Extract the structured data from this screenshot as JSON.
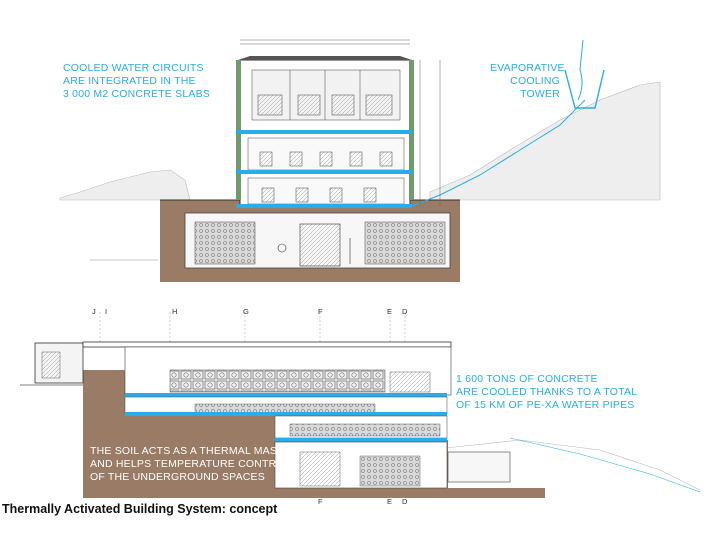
{
  "colors": {
    "accent_blue": "#27aee6",
    "soil": "#9a7b66",
    "hill": "#eeeeee",
    "text_dark": "#111111"
  },
  "top_section": {
    "note_left": [
      "COOLED WATER CIRCUITS",
      "ARE INTEGRATED IN THE",
      "3 000 M2 CONCRETE SLABS"
    ],
    "note_right": [
      "EVAPORATIVE",
      "COOLING",
      "TOWER"
    ]
  },
  "bottom_section": {
    "grid_labels_top": [
      "J",
      "I",
      "H",
      "G",
      "F",
      "E",
      "D"
    ],
    "grid_labels_bottom": [
      "F",
      "E",
      "D"
    ],
    "note_right": [
      "1 600 TONS OF CONCRETE",
      "ARE COOLED THANKS TO A TOTAL",
      "OF 15 KM OF PE-Xa WATER PIPES"
    ],
    "note_soil": [
      "THE SOIL ACTS AS A THERMAL MASS",
      "AND HELPS TEMPERATURE CONTROL",
      "OF THE UNDERGROUND SPACES"
    ]
  },
  "caption": "Thermally Activated Building System: concept"
}
